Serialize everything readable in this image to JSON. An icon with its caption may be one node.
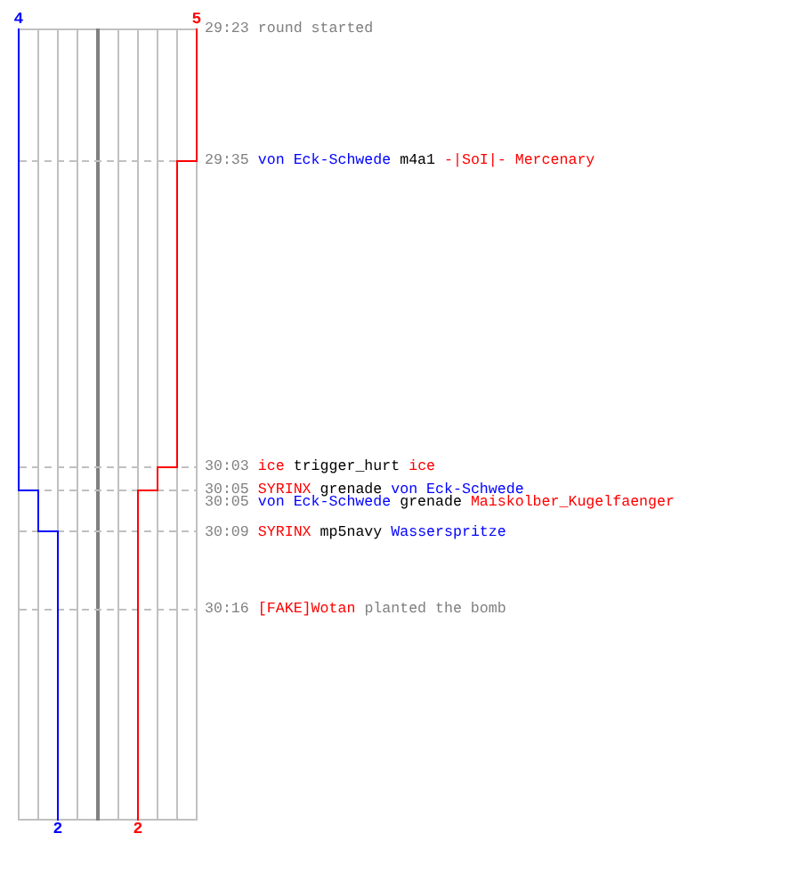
{
  "diagram": {
    "nodes": [
      {
        "text": [
          "4"
        ]
      },
      {
        "text": [
          "5"
        ]
      },
      {
        "text": [
          "2"
        ]
      },
      {
        "text": [
          "2"
        ]
      }
    ],
    "edges": [
      {
        "from": 0,
        "to": 2,
        "arrow": "none",
        "color": "#0000ff"
      },
      {
        "from": 1,
        "to": 3,
        "arrow": "none",
        "color": "#ff0000"
      }
    ],
    "labels": [
      "29:23",
      "round started",
      "29:35",
      "von Eck-Schwede",
      "m4a1",
      "-|SoI|- Mercenary",
      "30:03",
      "ice",
      "trigger_hurt",
      "ice",
      "30:05",
      "SYRINX",
      "grenade",
      "von Eck-Schwede",
      "30:05",
      "von Eck-Schwede",
      "grenade",
      "Maiskolber_Kugelfaenger",
      "30:09",
      "SYRINX",
      "mp5navy",
      "Wasserspritze",
      "30:16",
      "[FAKE]Wotan",
      "planted the bomb"
    ]
  }
}
